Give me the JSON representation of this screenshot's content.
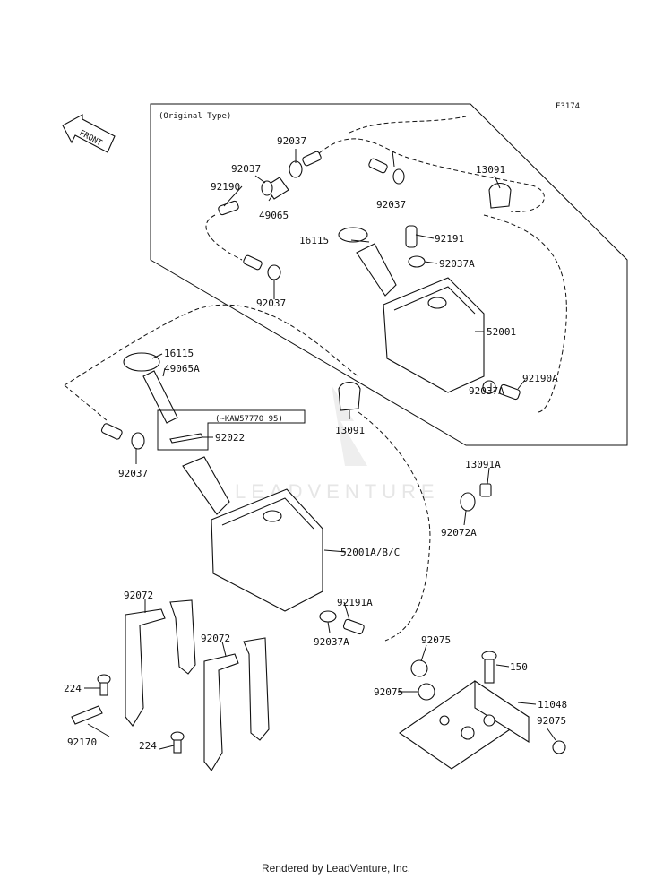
{
  "figure_code": "F3174",
  "front_label": "FRONT",
  "original_type_label": "(Original Type)",
  "serial_note": "(~KAW57770 95)",
  "watermark": "LEADVENTURE",
  "footer": "Rendered by LeadVenture, Inc.",
  "labels": {
    "p92037_a": "92037",
    "p92037_b": "92037",
    "p92190": "92190",
    "p49065": "49065",
    "p92037_c": "92037",
    "p13091_top": "13091",
    "p16115_top": "16115",
    "p92191": "92191",
    "p92037A_top": "92037A",
    "p92037_d": "92037",
    "p52001": "52001",
    "p92190A": "92190A",
    "p92037A_mid": "92037A",
    "p16115": "16115",
    "p49065A": "49065A",
    "p13091_mid": "13091",
    "p92022": "92022",
    "p92037_e": "92037",
    "p13091A": "13091A",
    "p92072A": "92072A",
    "p52001ABC": "52001A/B/C",
    "p92191A": "92191A",
    "p92037A_low": "92037A",
    "p92072_a": "92072",
    "p92072_b": "92072",
    "p224_a": "224",
    "p224_b": "224",
    "p92170": "92170",
    "p92075_a": "92075",
    "p150": "150",
    "p92075_b": "92075",
    "p11048": "11048",
    "p92075_c": "92075"
  }
}
